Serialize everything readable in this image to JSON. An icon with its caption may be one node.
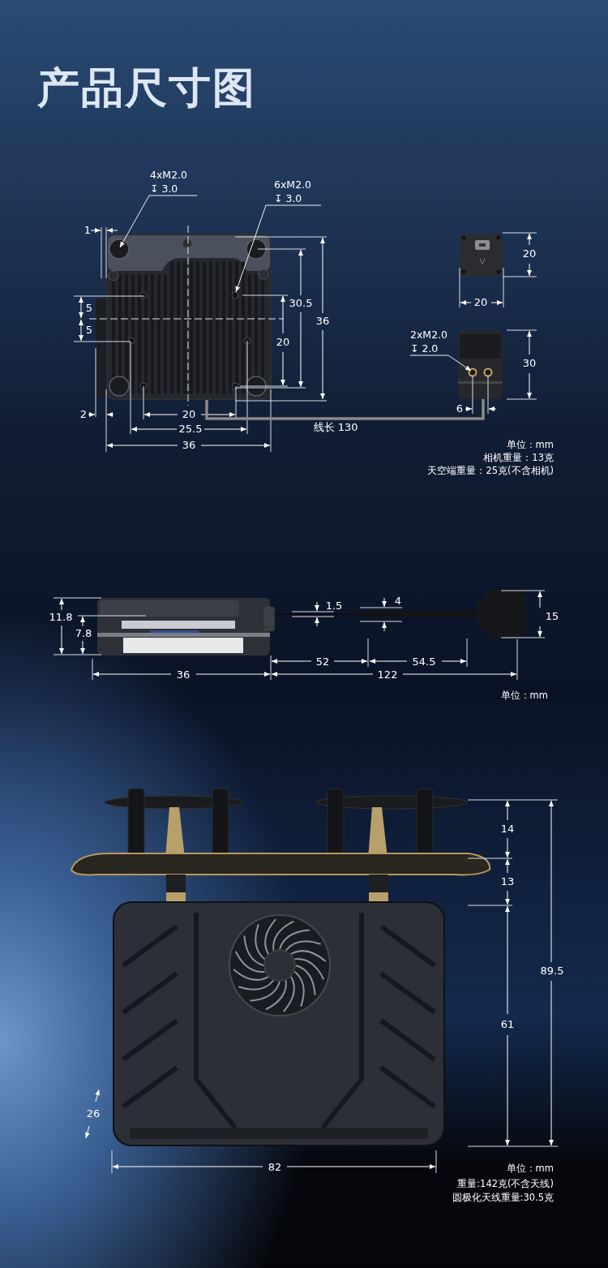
{
  "diagram": {
    "title": "产品尺寸图",
    "nodes": [
      {
        "text": [
          "4xM2.0 ↧ 3.0"
        ]
      },
      {
        "text": [
          "6xM2.0 ↧ 3.0"
        ]
      },
      {
        "text": [
          "2xM2.0 ↧ 2.0"
        ]
      },
      {
        "text": [],
        "shape": "picture"
      },
      {
        "text": [],
        "shape": "picture"
      }
    ],
    "edges": [
      {
        "from": 0,
        "to": 3,
        "arrow": "to"
      },
      {
        "from": 1,
        "to": 3,
        "arrow": "to"
      },
      {
        "from": 2,
        "to": 4,
        "arrow": "to"
      },
      {
        "from": 3,
        "to": 4,
        "arrow": "none",
        "label": "线长 130",
        "style": "thick",
        "color": "#8a8a8a"
      }
    ],
    "labels": [
      "1",
      "20",
      "20",
      "30.5",
      "5",
      "36",
      "5",
      "20",
      "30",
      "6",
      "2",
      "20",
      "25.5",
      "36",
      "单位：mm",
      "相机重量：13克",
      "天空端重量：25克(不含相机)",
      "4",
      "1.5",
      "15",
      "11.8",
      "7.8",
      "52",
      "54.5",
      "36",
      "122",
      "单位：mm",
      "14",
      "13",
      "89.5",
      "61",
      "26",
      "82",
      "单位：mm",
      "重量:142克(不含天线)",
      "圆极化天线重量:30.5克"
    ]
  }
}
